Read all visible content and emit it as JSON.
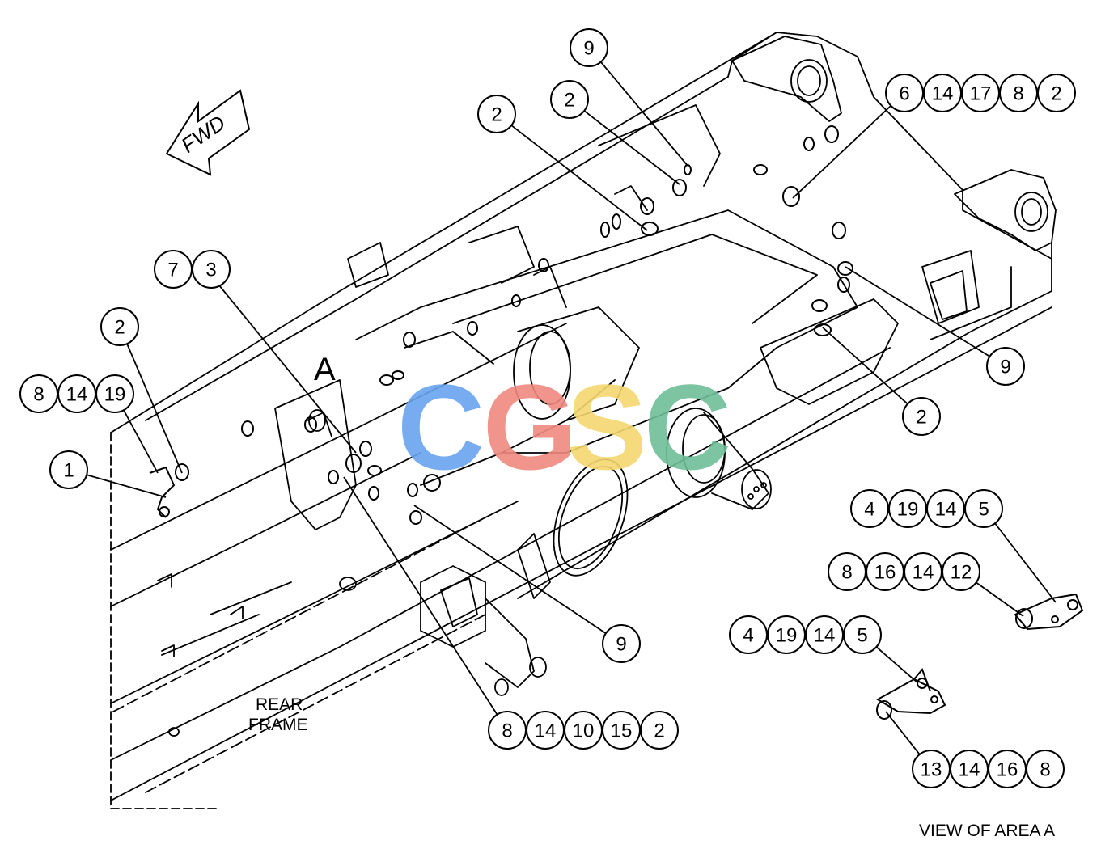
{
  "labels": {
    "fwd": "FWD",
    "area_marker": "A",
    "rear_frame_line1": "REAR",
    "rear_frame_line2": "FRAME",
    "view_caption": "VIEW OF AREA A"
  },
  "watermark": {
    "letters": [
      "C",
      "G",
      "S",
      "C"
    ],
    "colors": [
      "#6aa4f0",
      "#f08a80",
      "#f5d870",
      "#6fbf98"
    ]
  },
  "callouts": [
    {
      "id": "top-9",
      "numbers": [
        "9"
      ]
    },
    {
      "id": "top-2",
      "numbers": [
        "2"
      ]
    },
    {
      "id": "upper-2",
      "numbers": [
        "2"
      ]
    },
    {
      "id": "top-right-group",
      "numbers": [
        "6",
        "14",
        "17",
        "8",
        "2"
      ]
    },
    {
      "id": "left-7-3",
      "numbers": [
        "7",
        "3"
      ]
    },
    {
      "id": "left-2",
      "numbers": [
        "2"
      ]
    },
    {
      "id": "left-8-14-19",
      "numbers": [
        "8",
        "14",
        "19"
      ]
    },
    {
      "id": "left-1",
      "numbers": [
        "1"
      ]
    },
    {
      "id": "right-9",
      "numbers": [
        "9"
      ]
    },
    {
      "id": "right-2",
      "numbers": [
        "2"
      ]
    },
    {
      "id": "view-4-19-14-5-a",
      "numbers": [
        "4",
        "19",
        "14",
        "5"
      ]
    },
    {
      "id": "view-8-16-14-12",
      "numbers": [
        "8",
        "16",
        "14",
        "12"
      ]
    },
    {
      "id": "mid-9",
      "numbers": [
        "9"
      ]
    },
    {
      "id": "view-4-19-14-5-b",
      "numbers": [
        "4",
        "19",
        "14",
        "5"
      ]
    },
    {
      "id": "bottom-8-14-10-15-2",
      "numbers": [
        "8",
        "14",
        "10",
        "15",
        "2"
      ]
    },
    {
      "id": "view-13-14-16-8",
      "numbers": [
        "13",
        "14",
        "16",
        "8"
      ]
    }
  ]
}
